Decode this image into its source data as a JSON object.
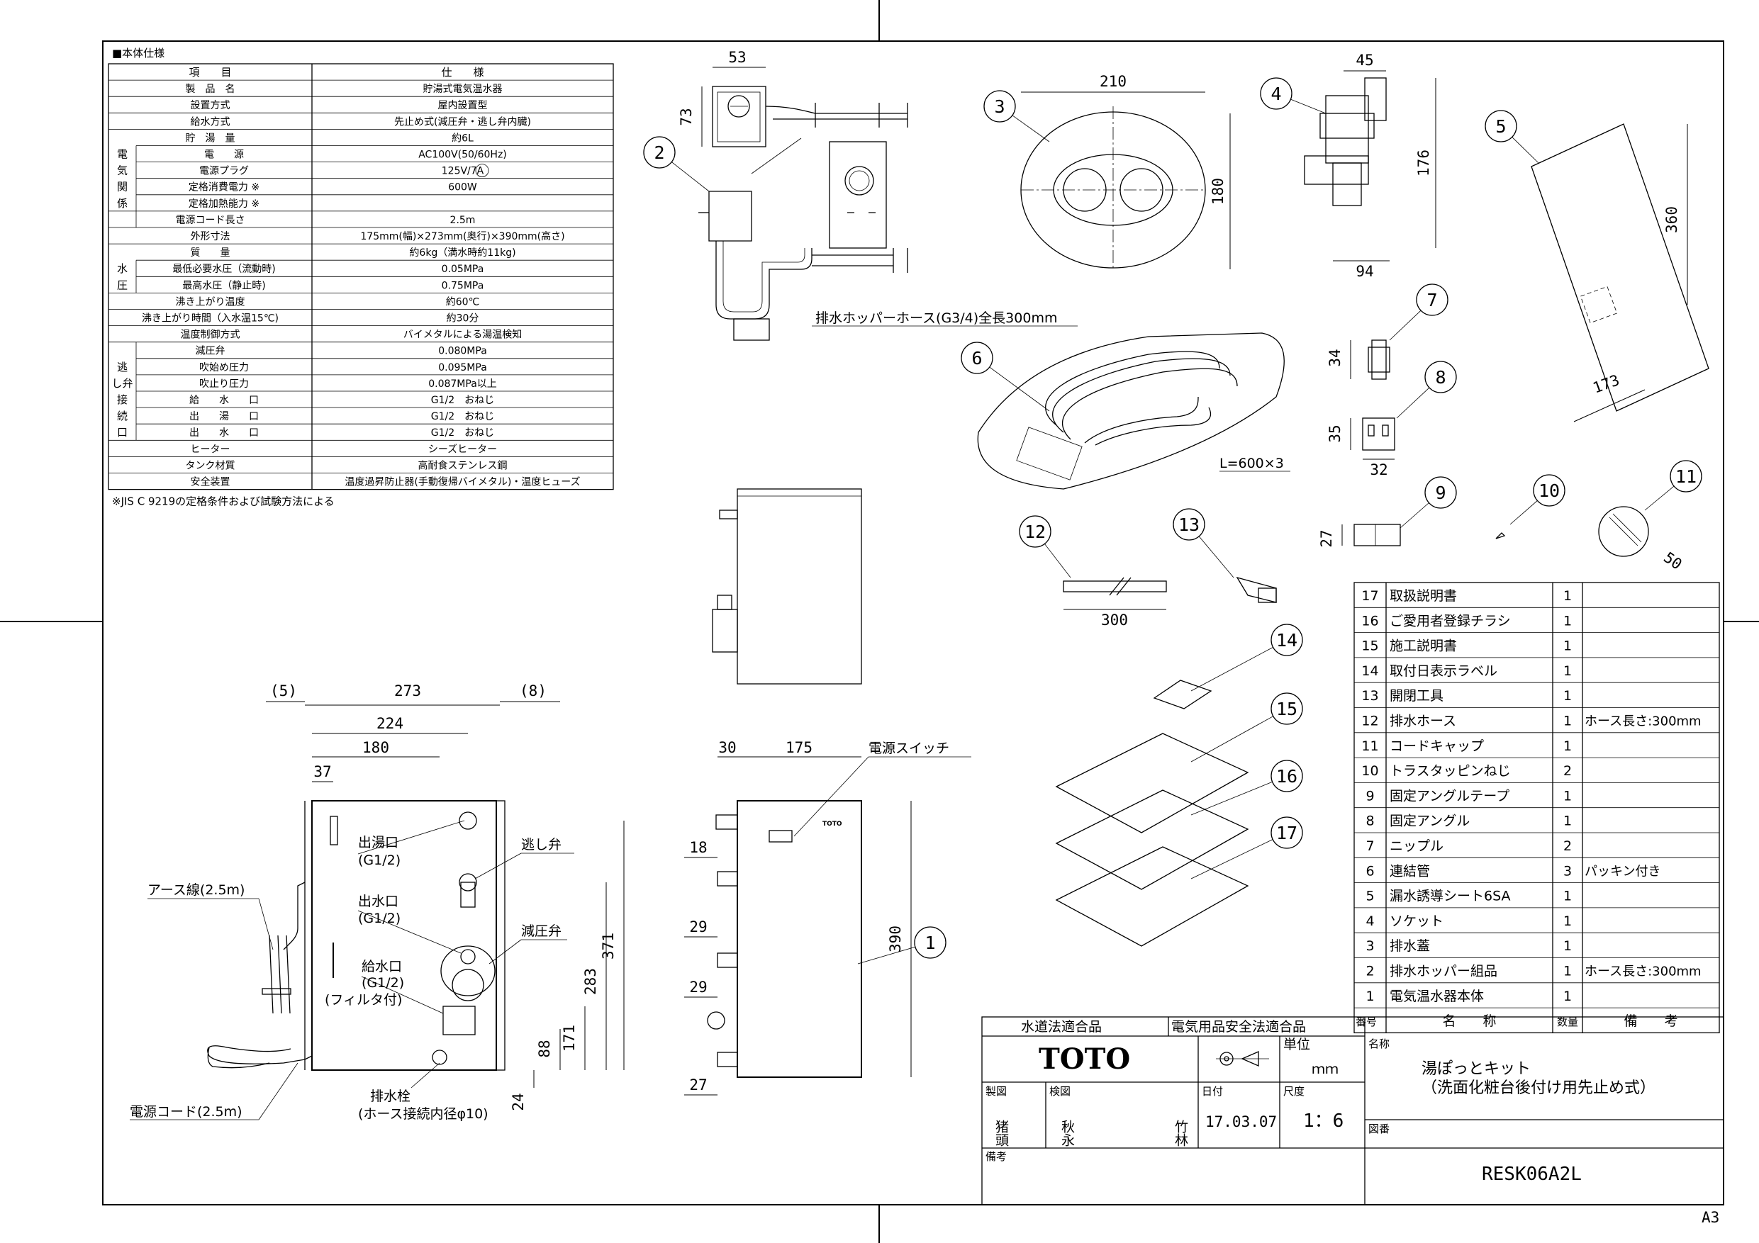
{
  "spec_table": {
    "heading": "■本体仕様",
    "header": [
      "項　　目",
      "仕　　様"
    ],
    "rows": [
      {
        "g": "",
        "k": "製　品　名",
        "v": "貯湯式電気温水器"
      },
      {
        "g": "",
        "k": "設置方式",
        "v": "屋内設置型"
      },
      {
        "g": "",
        "k": "給水方式",
        "v": "先止め式(減圧弁・逃し弁内臓)"
      },
      {
        "g": "",
        "k": "貯　湯　量",
        "v": "約6L"
      },
      {
        "g": "電",
        "k": "電　　源",
        "v": "AC100V(50/60Hz)"
      },
      {
        "g": "気",
        "k": "電源プラグ",
        "v": "125V/7A"
      },
      {
        "g": "関",
        "k": "定格消費電力 ※",
        "v": "600W"
      },
      {
        "g": "係",
        "k": "定格加熱能力 ※",
        "v": ""
      },
      {
        "g": "",
        "k": "電源コード長さ",
        "v": "2.5m"
      },
      {
        "g": "",
        "k": "外形寸法",
        "v": "175mm(幅)×273mm(奥行)×390mm(高さ)"
      },
      {
        "g": "",
        "k": "質　　量",
        "v": "約6kg（満水時約11kg)"
      },
      {
        "g": "水",
        "k": "最低必要水圧（流動時)",
        "v": "0.05MPa"
      },
      {
        "g": "圧",
        "k": "最高水圧（静止時)",
        "v": "0.75MPa"
      },
      {
        "g": "",
        "k": "沸き上がり温度",
        "v": "約60℃"
      },
      {
        "g": "",
        "k": "沸き上がり時間（入水温15℃)",
        "v": "約30分"
      },
      {
        "g": "",
        "k": "温度制御方式",
        "v": "バイメタルによる湯温検知"
      },
      {
        "g": "",
        "k": "減圧弁",
        "v": "0.080MPa"
      },
      {
        "g": "逃",
        "k": "吹始め圧力",
        "v": "0.095MPa"
      },
      {
        "g": "し弁",
        "k": "吹止り圧力",
        "v": "0.087MPa以上"
      },
      {
        "g": "接",
        "k": "給　　水　　口",
        "v": "G1/2　おねじ"
      },
      {
        "g": "続",
        "k": "出　　湯　　口",
        "v": "G1/2　おねじ"
      },
      {
        "g": "口",
        "k": "出　　水　　口",
        "v": "G1/2　おねじ"
      },
      {
        "g": "",
        "k": "ヒーター",
        "v": "シーズヒーター"
      },
      {
        "g": "",
        "k": "タンク材質",
        "v": "高耐食ステンレス鋼"
      },
      {
        "g": "",
        "k": "安全装置",
        "v": "温度過昇防止器(手動復帰バイメタル)・温度ヒューズ"
      }
    ],
    "footnote": "※JIS C 9219の定格条件および試験方法による"
  },
  "parts": {
    "header": {
      "no": "番号",
      "name": "名　　称",
      "qty": "数量",
      "note": "備　　考"
    },
    "rows": [
      {
        "no": "17",
        "name": "取扱説明書",
        "qty": "1",
        "note": ""
      },
      {
        "no": "16",
        "name": "ご愛用者登録チラシ",
        "qty": "1",
        "note": ""
      },
      {
        "no": "15",
        "name": "施工説明書",
        "qty": "1",
        "note": ""
      },
      {
        "no": "14",
        "name": "取付日表示ラベル",
        "qty": "1",
        "note": ""
      },
      {
        "no": "13",
        "name": "開閉工具",
        "qty": "1",
        "note": ""
      },
      {
        "no": "12",
        "name": "排水ホース",
        "qty": "1",
        "note": "ホース長さ:300mm"
      },
      {
        "no": "11",
        "name": "コードキャップ",
        "qty": "1",
        "note": ""
      },
      {
        "no": "10",
        "name": "トラスタッピンねじ",
        "qty": "2",
        "note": ""
      },
      {
        "no": "9",
        "name": "固定アングルテープ",
        "qty": "1",
        "note": ""
      },
      {
        "no": "8",
        "name": "固定アングル",
        "qty": "1",
        "note": ""
      },
      {
        "no": "7",
        "name": "ニップル",
        "qty": "2",
        "note": ""
      },
      {
        "no": "6",
        "name": "連結管",
        "qty": "3",
        "note": "パッキン付き"
      },
      {
        "no": "5",
        "name": "漏水誘導シート6SA",
        "qty": "1",
        "note": ""
      },
      {
        "no": "4",
        "name": "ソケット",
        "qty": "1",
        "note": ""
      },
      {
        "no": "3",
        "name": "排水蓋",
        "qty": "1",
        "note": ""
      },
      {
        "no": "2",
        "name": "排水ホッパー組品",
        "qty": "1",
        "note": "ホース長さ:300mm"
      },
      {
        "no": "1",
        "name": "電気温水器本体",
        "qty": "1",
        "note": ""
      }
    ]
  },
  "title_block": {
    "cert1": "水道法適合品",
    "cert2": "電気用品安全法適合品",
    "logo": "TOTO",
    "unit_label": "単位",
    "unit": "ｍｍ",
    "name_label": "名称",
    "name_line1": "湯ぽっとキット",
    "name_line2": "（洗面化粧台後付け用先止め式）",
    "drawn_label": "製図",
    "checked_label": "検図",
    "drawn_by": "猪頭",
    "checked_by1": "秋永",
    "checked_by2": "竹林",
    "date_label": "日付",
    "date": "17.03.07",
    "scale_label": "尺度",
    "scale": "1：6",
    "dwg_label": "図番",
    "dwg_no": "RESK06A2L",
    "remarks_label": "備考",
    "sheet": "A3"
  },
  "labels": {
    "hopper_hose": "排水ホッパーホース(G3/4)全長300mm",
    "pipe_len": "L=600×3",
    "power_switch": "電源スイッチ",
    "outlet_hot": "出湯口",
    "outlet_hot_size": "(G1/2)",
    "relief": "逃し弁",
    "outlet_water": "出水口",
    "outlet_water_size": "(G1/2)",
    "reducer": "減圧弁",
    "inlet": "給水口",
    "inlet_size": "(G1/2)",
    "inlet_filter": "(フィルタ付)",
    "earth": "アース線(2.5m)",
    "cord": "電源コード(2.5m)",
    "drain": "排水栓",
    "drain_note": "(ホース接続内径φ10)",
    "brand_small": "TOTO"
  },
  "dims": {
    "d53": "53",
    "d73": "73",
    "d210": "210",
    "d180": "180",
    "d45": "45",
    "d176": "176",
    "d94": "94",
    "d360": "360",
    "d173": "173",
    "d34": "34",
    "d35": "35",
    "d32": "32",
    "d27": "27",
    "d50": "50",
    "d300": "300",
    "d5": "(5)",
    "d273": "273",
    "d8": "(8)",
    "d224": "224",
    "d180b": "180",
    "d37": "37",
    "d371": "371",
    "d283": "283",
    "d171": "171",
    "d88": "88",
    "d24": "24",
    "d30": "30",
    "d175": "175",
    "d18": "18",
    "d29a": "29",
    "d29b": "29",
    "d27b": "27",
    "d390": "390"
  },
  "balloons": [
    "1",
    "2",
    "3",
    "4",
    "5",
    "6",
    "7",
    "8",
    "9",
    "10",
    "11",
    "12",
    "13",
    "14",
    "15",
    "16",
    "17"
  ]
}
